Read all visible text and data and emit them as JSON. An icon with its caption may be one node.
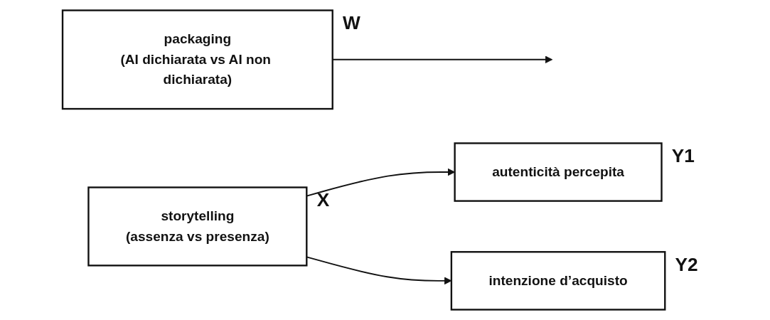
{
  "diagram": {
    "nodes": [
      {
        "text": [
          "packaging",
          "(AI dichiarata vs AI non dichiarata)"
        ],
        "beside": [
          "W"
        ]
      },
      {
        "text": [
          "storytelling",
          "(assenza vs presenza)"
        ],
        "beside": [
          "X"
        ]
      },
      {
        "text": [
          "autenticità percepita"
        ],
        "beside": [
          "Y1"
        ]
      },
      {
        "text": [
          "intenzione d’acquisto"
        ],
        "beside": [
          "Y2"
        ]
      }
    ],
    "edges": [
      {
        "from": 1,
        "to": 2,
        "arrow": "to"
      },
      {
        "from": 1,
        "to": 3,
        "arrow": "to"
      },
      {
        "from": 0,
        "to": null,
        "arrow": "to"
      }
    ]
  }
}
